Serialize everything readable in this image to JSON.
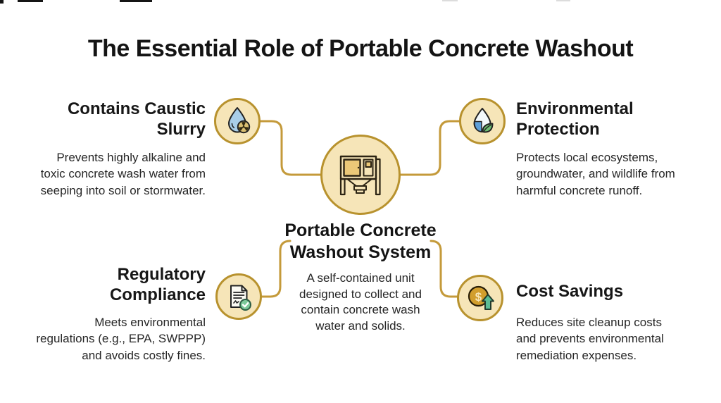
{
  "title": "The Essential Role of Portable Concrete Washout",
  "center": {
    "icon": "concrete-washout-machine-icon",
    "heading_lines": [
      "Portable Concrete",
      "Washout System"
    ],
    "body_lines": [
      "A self-contained unit",
      "designed to collect and",
      "contain concrete wash",
      "water and solids."
    ]
  },
  "nodes": {
    "caustic": {
      "icon": "hazard-water-drop-icon",
      "heading_lines": [
        "Contains Caustic",
        "Slurry"
      ],
      "body_lines": [
        "Prevents highly alkaline and",
        "toxic concrete wash water from",
        "seeping into soil or stormwater."
      ]
    },
    "environment": {
      "icon": "water-drop-leaf-icon",
      "heading_lines": [
        "Environmental",
        "Protection"
      ],
      "body_lines": [
        "Protects local ecosystems,",
        "groundwater, and wildlife from",
        "harmful concrete runoff."
      ]
    },
    "regulatory": {
      "icon": "document-check-icon",
      "heading_lines": [
        "Regulatory",
        "Compliance"
      ],
      "body_lines": [
        "Meets environmental",
        "regulations (e.g., EPA, SWPPP)",
        "and avoids costly fines."
      ]
    },
    "cost": {
      "icon": "coin-up-arrow-icon",
      "dollar_glyph": "$",
      "heading_lines": [
        "Cost Savings"
      ],
      "body_lines": [
        "Reduces site cleanup costs",
        "and prevents environmental",
        "remediation expenses."
      ]
    }
  },
  "colors": {
    "connector_gold": "#C49A3A",
    "circle_border_gold": "#B8922E",
    "circle_fill_cream": "#F6E5B8",
    "heading_text": "#171717",
    "body_text": "#262626",
    "drop_blue": "#A9CEE8",
    "deep_blue": "#5E9FD8",
    "leaf_green": "#6FBF73",
    "check_green": "#7CC99A",
    "coin_gold": "#D29E2D",
    "arrow_green": "#5BBD95",
    "hazard_badge_tan": "#D9BE72"
  }
}
